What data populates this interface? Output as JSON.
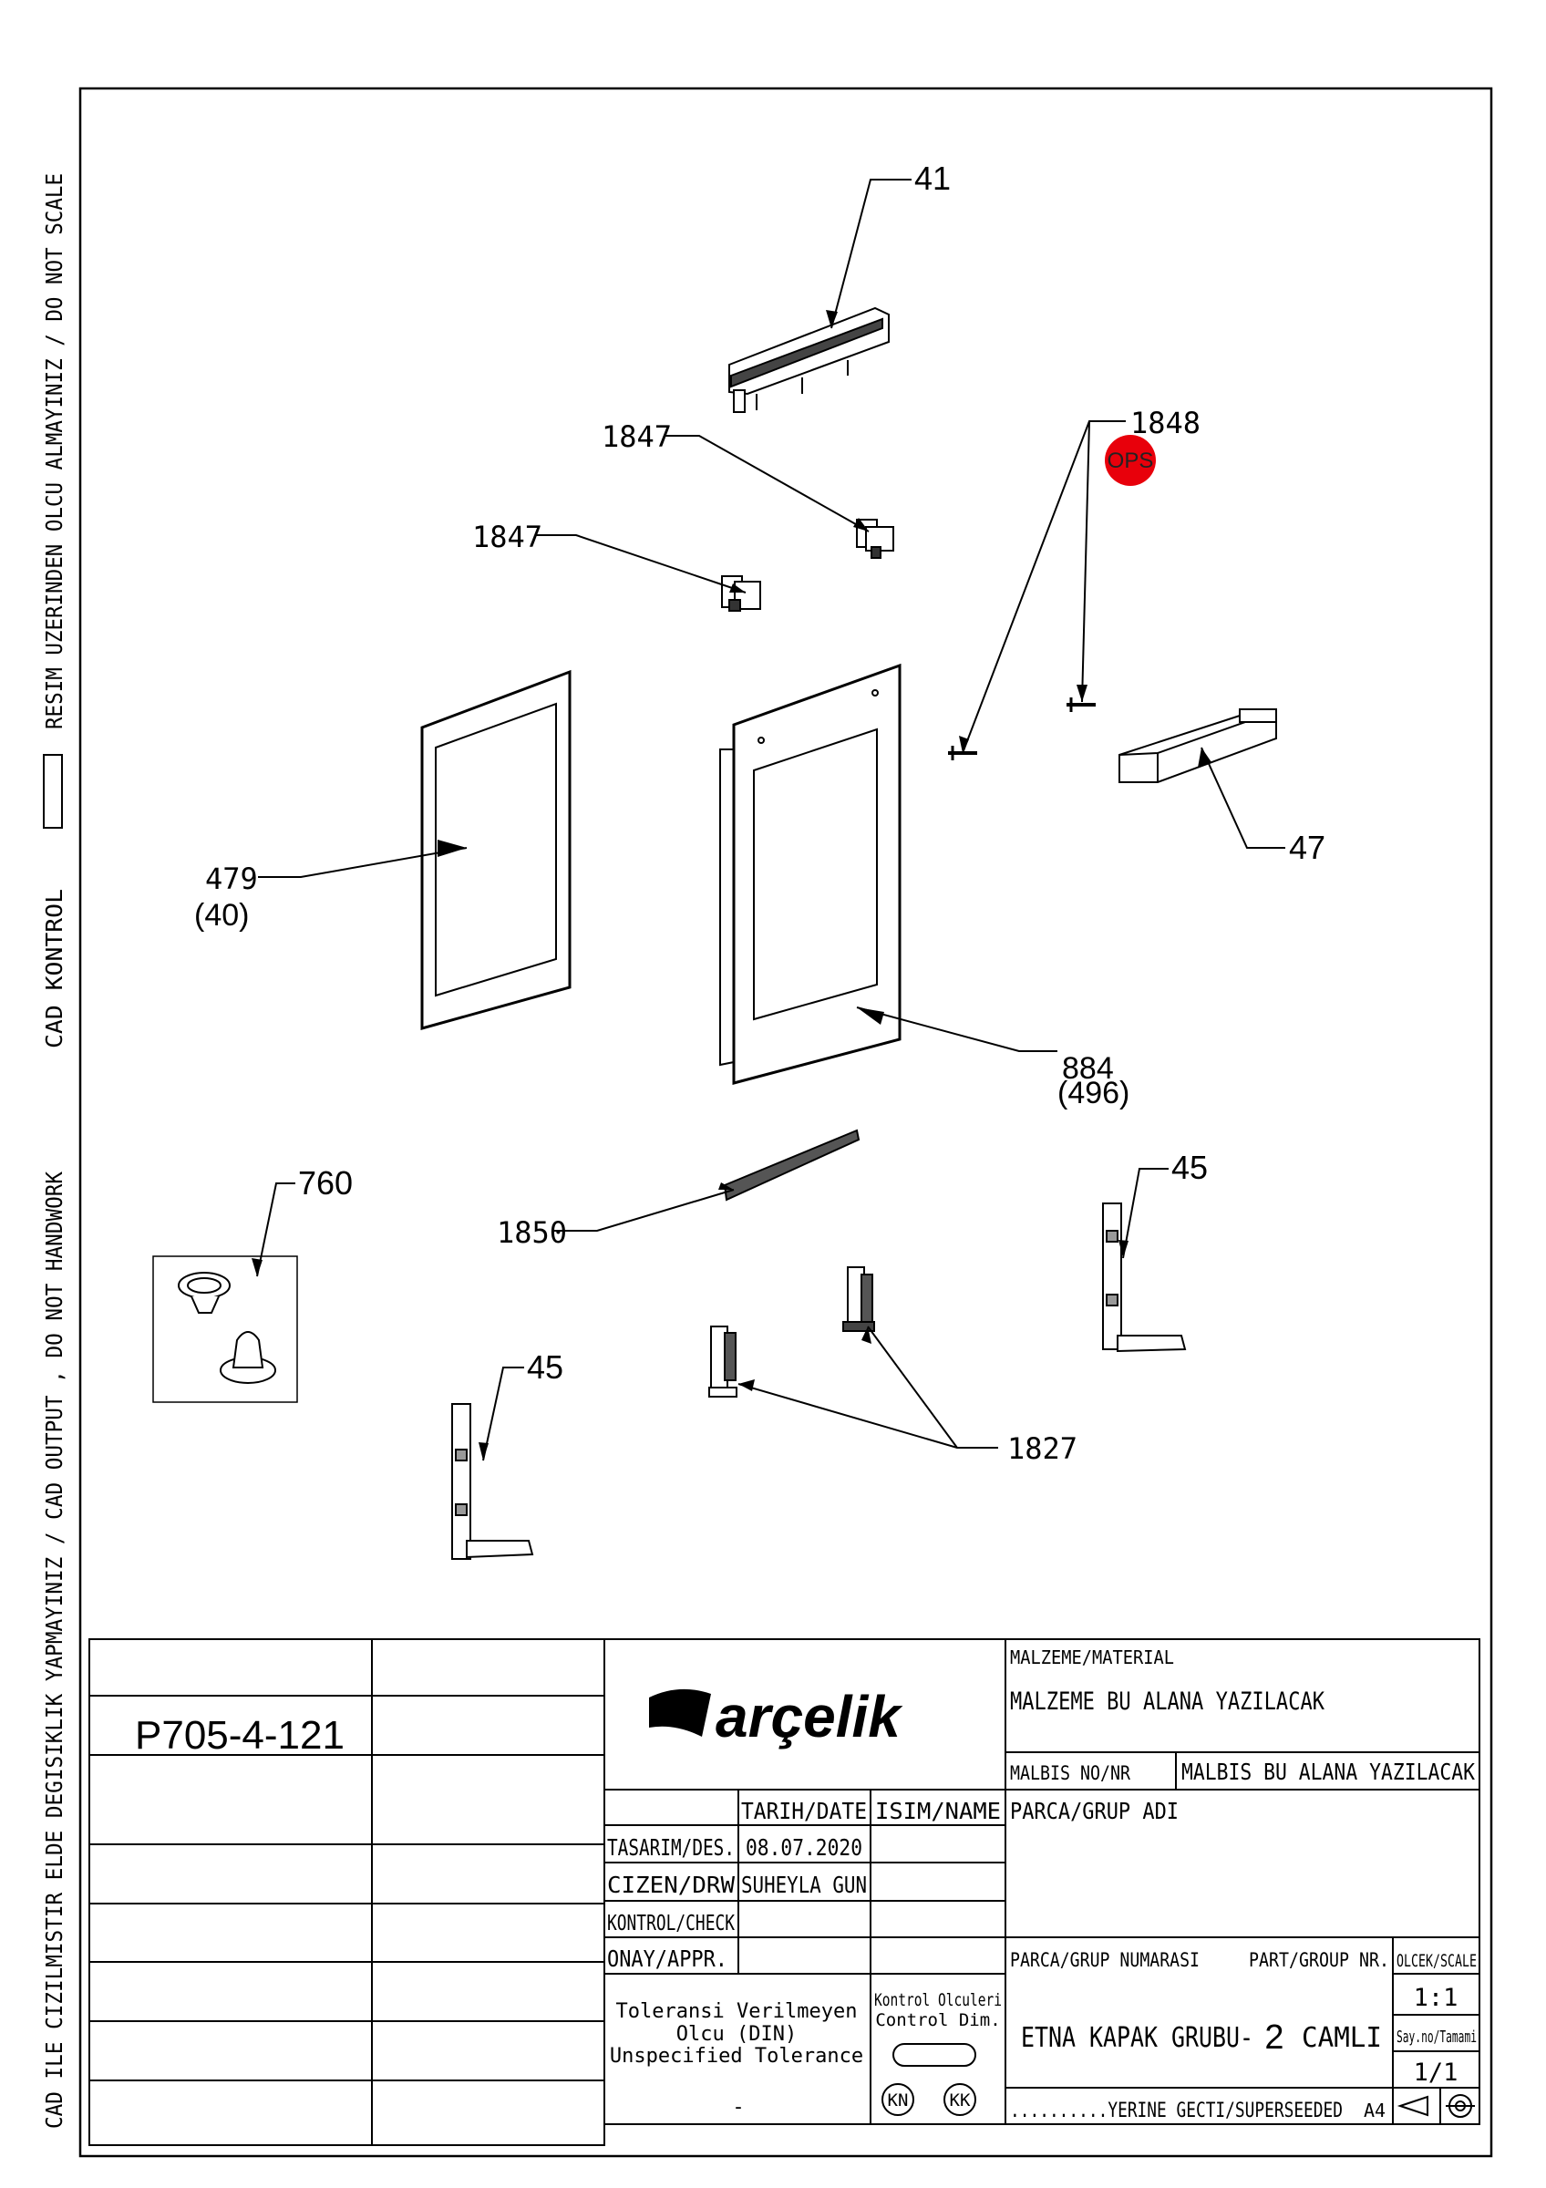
{
  "side_notes": {
    "top": "RESIM UZERINDEN OLCU ALMAYINIZ / DO NOT SCALE",
    "control": "CAD KONTROL",
    "bottom": "CAD ILE CIZILMISTIR ELDE DEGISIKLIK YAPMAYINIZ / CAD OUTPUT , DO NOT HANDWORK"
  },
  "callouts": {
    "c41": "41",
    "c1847a": "1847",
    "c1847b": "1847",
    "c1848": "1848",
    "ops": "OPS",
    "c479": "479",
    "c479_sub": "(40)",
    "c47": "47",
    "c884": "884",
    "c884_sub": "(496)",
    "c760": "760",
    "c1850": "1850",
    "c45a": "45",
    "c45b": "45",
    "c1827": "1827"
  },
  "title_block": {
    "drawing_no": "P705-4-121",
    "logo_text": "arçelik",
    "material_label": "MALZEME/MATERIAL",
    "material_value": "MALZEME BU ALANA YAZILACAK",
    "malbis_label": "MALBIS NO/NR",
    "malbis_value": "MALBIS BU ALANA YAZILACAK",
    "date_header": "TARIH/DATE",
    "name_header": "ISIM/NAME",
    "part_name_label": "PARCA/GRUP ADI",
    "design_label": "TASARIM/DES.",
    "design_date": "08.07.2020",
    "drawn_label": "CIZEN/DRW",
    "drawn_name": "SUHEYLA GUN",
    "check_label": "KONTROL/CHECK",
    "appr_label": "ONAY/APPR.",
    "part_no_label": "PARCA/GRUP NUMARASI",
    "part_no_label_en": "PART/GROUP NR.",
    "scale_label": "OLCEK/SCALE",
    "scale_value": "1:1",
    "sheet_label": "Say.no/Tamami",
    "sheet_value": "1/1",
    "tolerance_line1": "Toleransi Verilmeyen",
    "tolerance_line2": "Olcu (DIN)",
    "tolerance_line3": "Unspecified Tolerance",
    "tolerance_value": "-",
    "control_dim_line1": "Kontrol Olculeri",
    "control_dim_line2": "Control Dim.",
    "kn": "KN",
    "kk": "KK",
    "title_part1": "ETNA KAPAK GRUBU-",
    "title_num": "2",
    "title_part2": "CAMLI",
    "superseded": "..........YERINE GECTI/SUPERSEEDED",
    "paper_size": "A4"
  }
}
